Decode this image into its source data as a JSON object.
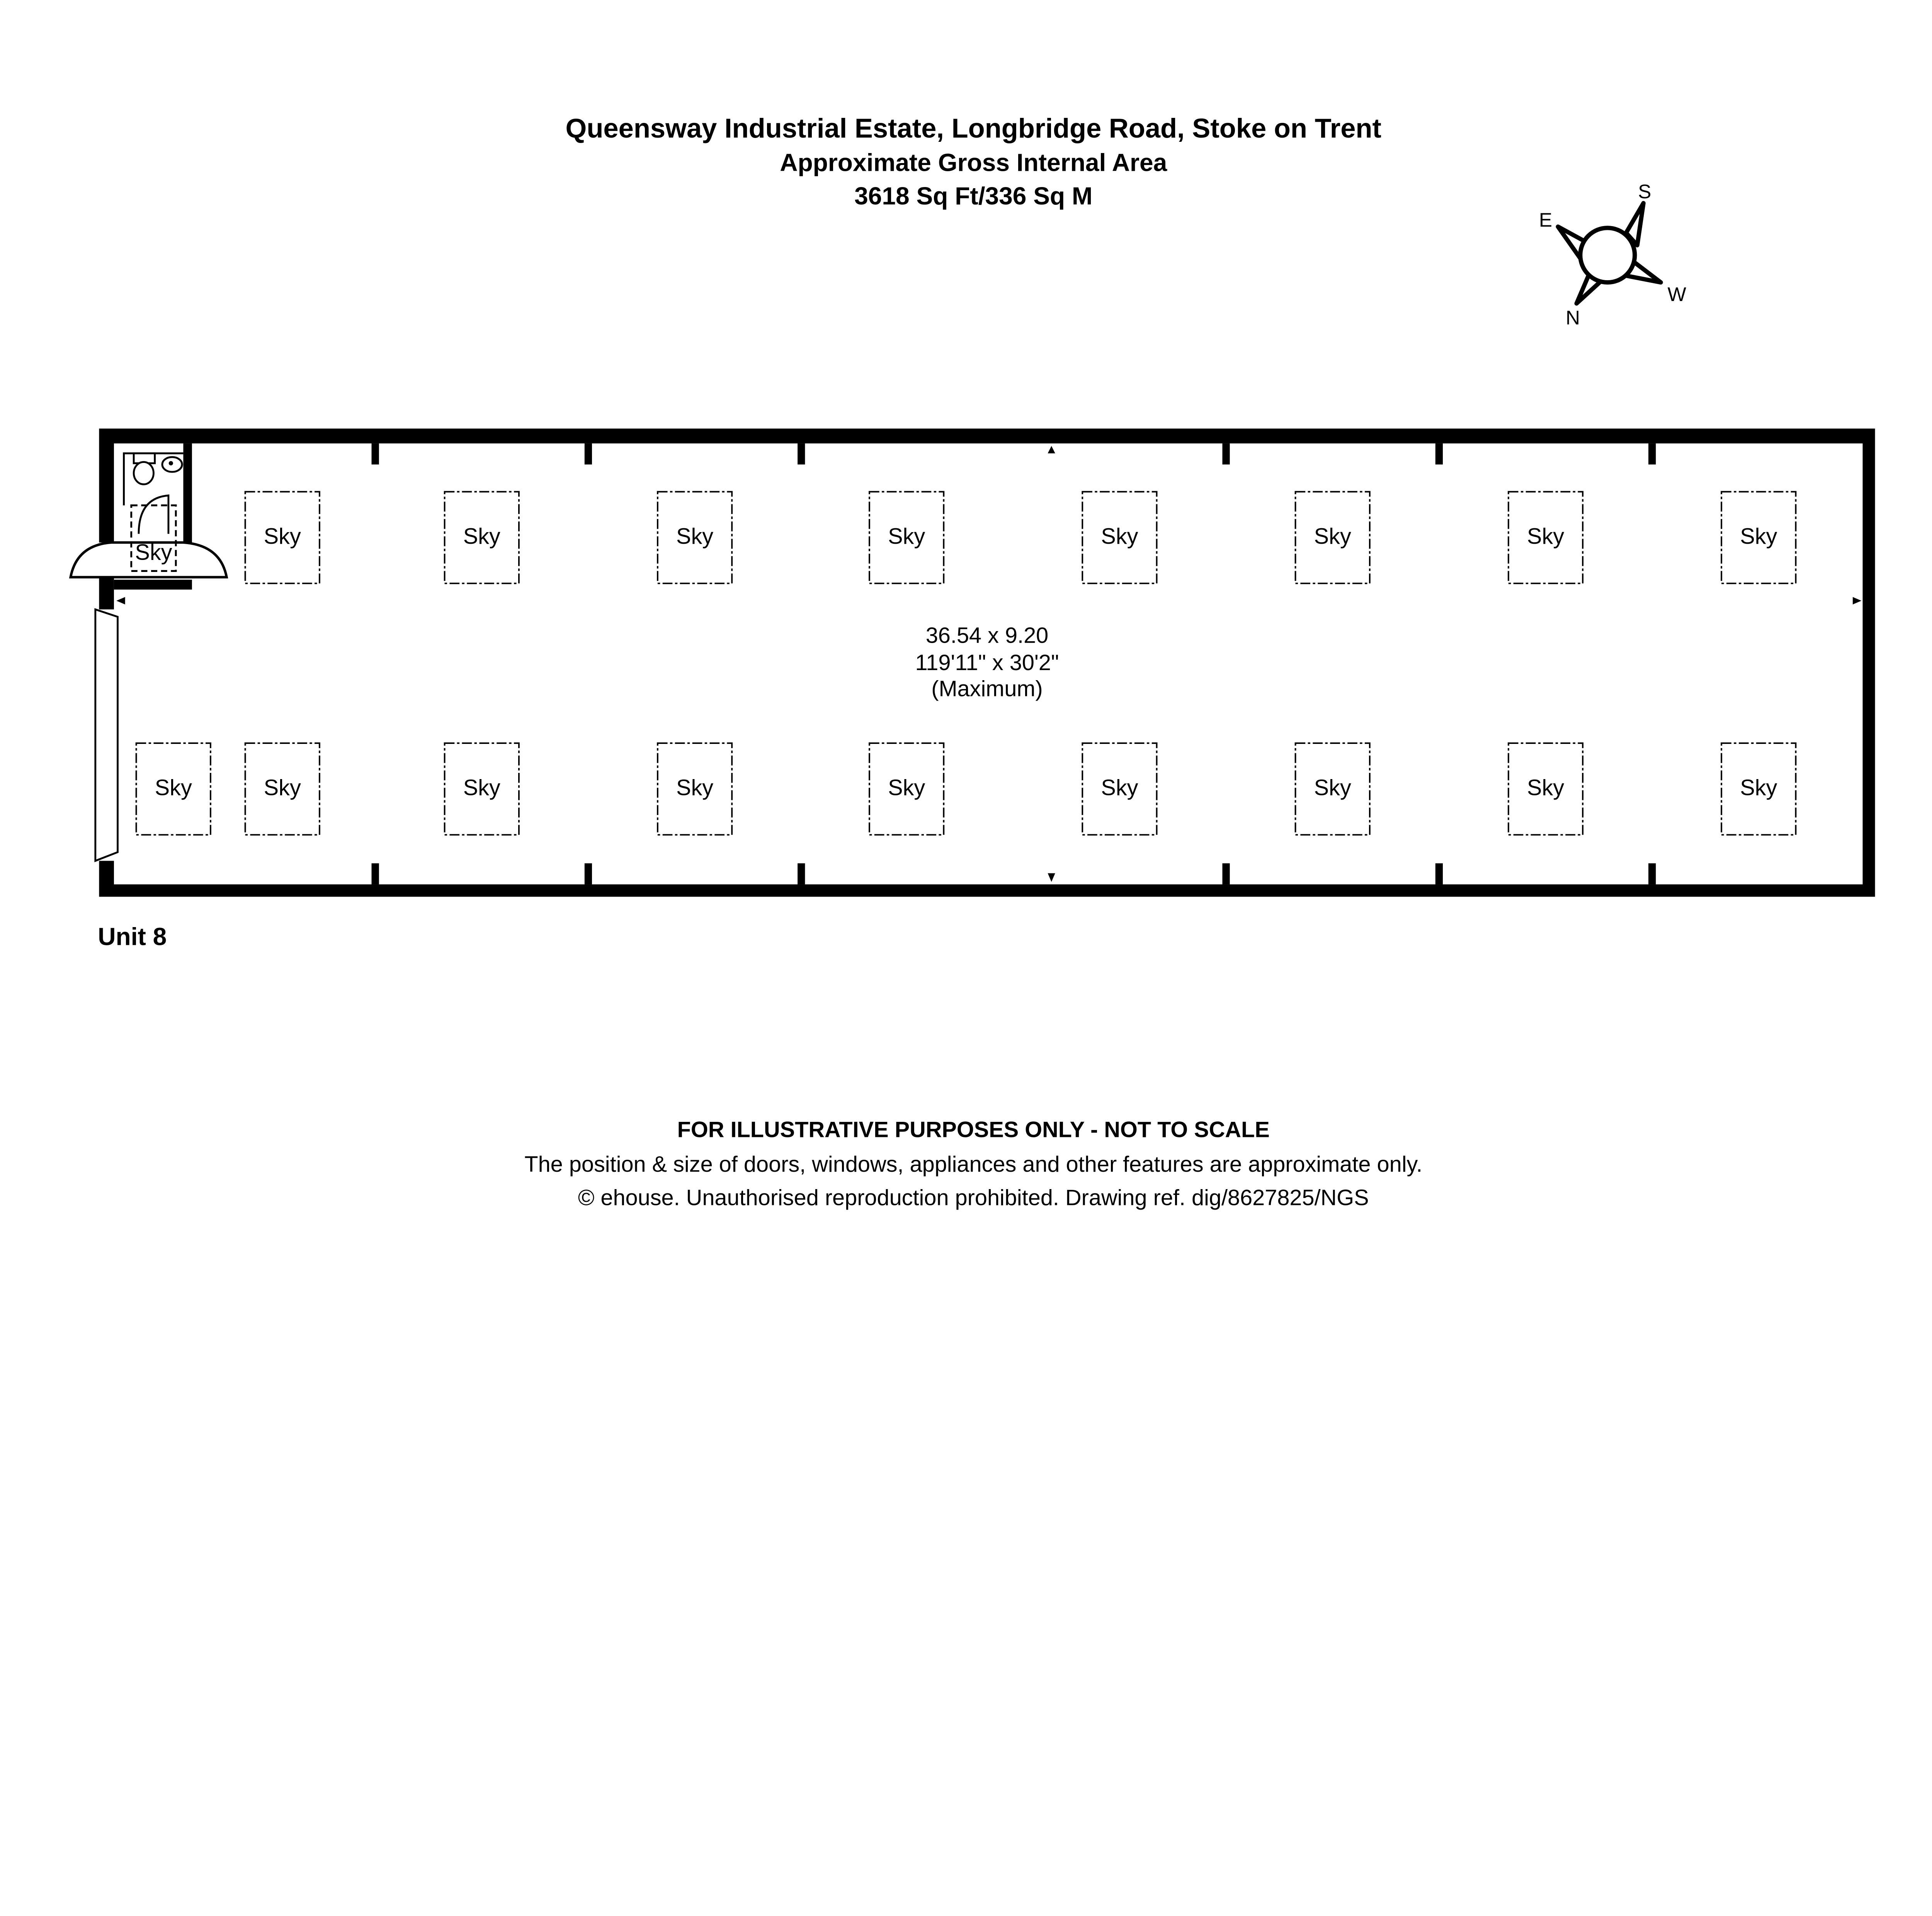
{
  "header": {
    "address": "Queensway Industrial Estate, Longbridge Road, Stoke on Trent",
    "area_label": "Approximate Gross Internal Area",
    "area_value": "3618 Sq Ft/336 Sq M"
  },
  "compass": {
    "n": "N",
    "s": "S",
    "e": "E",
    "w": "W"
  },
  "room": {
    "dims_metric": "36.54 x 9.20",
    "dims_imperial": "119'11\" x 30'2\"",
    "note": "(Maximum)"
  },
  "skylight_label": "Sky",
  "unit_label": "Unit 8",
  "footer": {
    "disclaimer": "FOR ILLUSTRATIVE PURPOSES ONLY - NOT TO SCALE",
    "note": "The position & size of doors, windows, appliances and other features are approximate only.",
    "copyright": "© ehouse. Unauthorised reproduction prohibited. Drawing ref. dig/8627825/NGS"
  }
}
